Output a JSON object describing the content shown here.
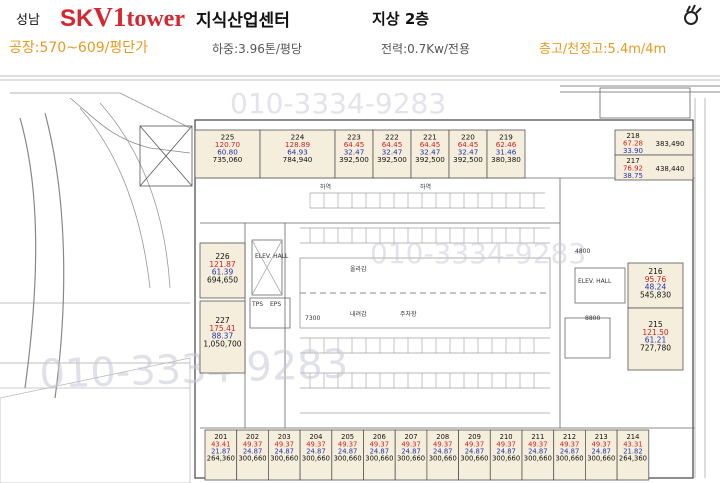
{
  "header": {
    "city": "성남",
    "brand_sk": "SK",
    "brand_v1": "V1",
    "brand_tower": "tower",
    "complex": "지식산업센터",
    "floor": "지상 2층",
    "price": "공장:570~609/평단가",
    "load": "하중:3.96톤/평당",
    "power": "전력:0.7Kw/전용",
    "height": "층고/천정고:5.4m/4m"
  },
  "colors": {
    "unit_fill": "#f6eedc",
    "room_number": "#111111",
    "area_red": "#cc2222",
    "area_blue": "#2233aa",
    "price_text": "#111111",
    "accent_orange": "#e89a20",
    "brand_red": "#d6262e",
    "line": "#555555",
    "watermark": "#c8c8d8"
  },
  "watermark": "010-3334-9283",
  "plan_labels": {
    "ramp_up": "올라감",
    "ramp_down": "내려감",
    "parking": "주차장",
    "loading": "하역",
    "elev_hall": "ELEV. HALL",
    "tps": "TPS",
    "eps": "EPS",
    "dim_7300": "7300",
    "dim_8800": "8800",
    "dim_4800": "4800"
  },
  "units": {
    "top": [
      {
        "id": "225",
        "a": "120.70",
        "b": "60.80",
        "p": "735,060"
      },
      {
        "id": "224",
        "a": "128.89",
        "b": "64.93",
        "p": "784,940"
      },
      {
        "id": "223",
        "a": "64.45",
        "b": "32.47",
        "p": "392,500"
      },
      {
        "id": "222",
        "a": "64.45",
        "b": "32.47",
        "p": "392,500"
      },
      {
        "id": "221",
        "a": "64.45",
        "b": "32.47",
        "p": "392,500"
      },
      {
        "id": "220",
        "a": "64.45",
        "b": "32.47",
        "p": "392,500"
      },
      {
        "id": "219",
        "a": "62.46",
        "b": "31.46",
        "p": "380,380"
      }
    ],
    "right_top": [
      {
        "id": "218",
        "a": "67.28",
        "b": "33.90",
        "p": "383,490"
      },
      {
        "id": "217",
        "a": "76.92",
        "b": "38.75",
        "p": "438,440"
      }
    ],
    "left": [
      {
        "id": "226",
        "a": "121.87",
        "b": "61.39",
        "p": "694,650"
      },
      {
        "id": "227",
        "a": "175.41",
        "b": "88.37",
        "p": "1,050,700"
      }
    ],
    "right": [
      {
        "id": "216",
        "a": "95.76",
        "b": "48.24",
        "p": "545,830"
      },
      {
        "id": "215",
        "a": "121.50",
        "b": "61.21",
        "p": "727,780"
      }
    ],
    "bottom": [
      {
        "id": "201",
        "a": "43.41",
        "b": "21.87",
        "p": "264,360"
      },
      {
        "id": "202",
        "a": "49.37",
        "b": "24.87",
        "p": "300,660"
      },
      {
        "id": "203",
        "a": "49.37",
        "b": "24.87",
        "p": "300,660"
      },
      {
        "id": "204",
        "a": "49.37",
        "b": "24.87",
        "p": "300,660"
      },
      {
        "id": "205",
        "a": "49.37",
        "b": "24.87",
        "p": "300,660"
      },
      {
        "id": "206",
        "a": "49.37",
        "b": "24.87",
        "p": "300,660"
      },
      {
        "id": "207",
        "a": "49.37",
        "b": "24.87",
        "p": "300,660"
      },
      {
        "id": "208",
        "a": "49.37",
        "b": "24.87",
        "p": "300,660"
      },
      {
        "id": "209",
        "a": "49.37",
        "b": "24.87",
        "p": "300,660"
      },
      {
        "id": "210",
        "a": "49.37",
        "b": "24.87",
        "p": "300,660"
      },
      {
        "id": "211",
        "a": "49.37",
        "b": "24.87",
        "p": "300,660"
      },
      {
        "id": "212",
        "a": "49.37",
        "b": "24.87",
        "p": "300,660"
      },
      {
        "id": "213",
        "a": "49.37",
        "b": "24.87",
        "p": "300,660"
      },
      {
        "id": "214",
        "a": "43.31",
        "b": "21.82",
        "p": "264,360"
      }
    ]
  }
}
